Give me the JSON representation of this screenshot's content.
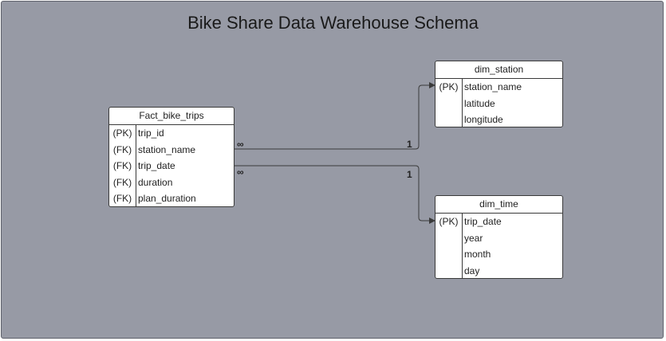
{
  "title": "Bike Share Data Warehouse Schema",
  "entities": {
    "fact": {
      "name": "Fact_bike_trips",
      "rows": [
        {
          "key": "(PK)",
          "field": "trip_id"
        },
        {
          "key": "(FK)",
          "field": "station_name"
        },
        {
          "key": "(FK)",
          "field": "trip_date"
        },
        {
          "key": "(FK)",
          "field": "duration"
        },
        {
          "key": "(FK)",
          "field": "plan_duration"
        }
      ]
    },
    "dim_station": {
      "name": "dim_station",
      "rows": [
        {
          "key": "(PK)",
          "field": "station_name"
        },
        {
          "key": "",
          "field": "latitude"
        },
        {
          "key": "",
          "field": "longitude"
        }
      ]
    },
    "dim_time": {
      "name": "dim_time",
      "rows": [
        {
          "key": "(PK)",
          "field": "trip_date"
        },
        {
          "key": "",
          "field": "year"
        },
        {
          "key": "",
          "field": "month"
        },
        {
          "key": "",
          "field": "day"
        }
      ]
    }
  },
  "relationships": [
    {
      "from": "Fact_bike_trips",
      "to": "dim_station",
      "from_card": "∞",
      "to_card": "1"
    },
    {
      "from": "Fact_bike_trips",
      "to": "dim_time",
      "from_card": "∞",
      "to_card": "1"
    }
  ]
}
